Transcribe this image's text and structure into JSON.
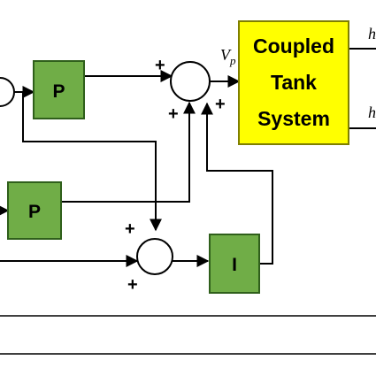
{
  "blocks": {
    "p_top": "P",
    "p_mid": "P",
    "i_block": "I",
    "plant": {
      "line1": "Coupled",
      "line2": "Tank",
      "line3": "System"
    }
  },
  "signals": {
    "vp_main": "V",
    "vp_sub": "p",
    "right_top": "h",
    "right_bottom": "h"
  },
  "signs": {
    "s1_left": "+",
    "s1_bottom_left": "+",
    "s1_bottom_right": "+",
    "s2_top": "+",
    "s2_bottom": "+"
  },
  "colors": {
    "controller_fill": "#70ad47",
    "controller_stroke": "#2f5f1b",
    "plant_fill": "#ffff00",
    "plant_stroke": "#7f7f00"
  }
}
